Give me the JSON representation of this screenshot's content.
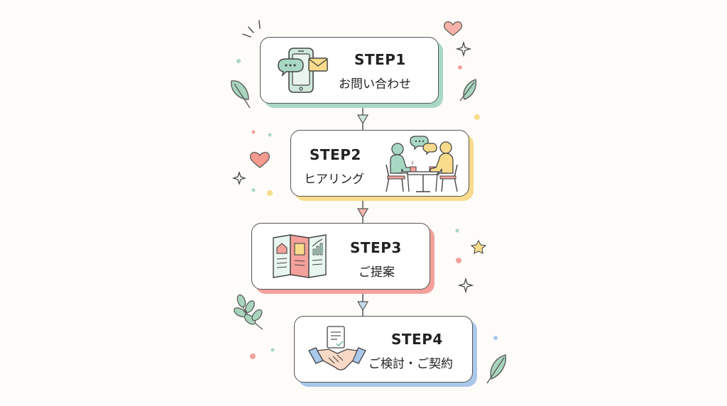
{
  "steps": [
    {
      "label": "STEP1",
      "title": "お問い合わせ",
      "icon": "phone-mail-icon",
      "accent": "#a8d8c4"
    },
    {
      "label": "STEP2",
      "title": "ヒアリング",
      "icon": "meeting-icon",
      "accent": "#f8dc8c"
    },
    {
      "label": "STEP3",
      "title": "ご提案",
      "icon": "brochure-icon",
      "accent": "#f4a19b"
    },
    {
      "label": "STEP4",
      "title": "ご検討・ご契約",
      "icon": "handshake-icon",
      "accent": "#a9c8ea"
    }
  ],
  "colors": {
    "arrow1": "#7fbfa6",
    "arrow2": "#ee9988",
    "arrow3": "#8fb8e0",
    "heart": "#f49a8e",
    "leaf": "#8fc4a7",
    "star": "#555555"
  }
}
